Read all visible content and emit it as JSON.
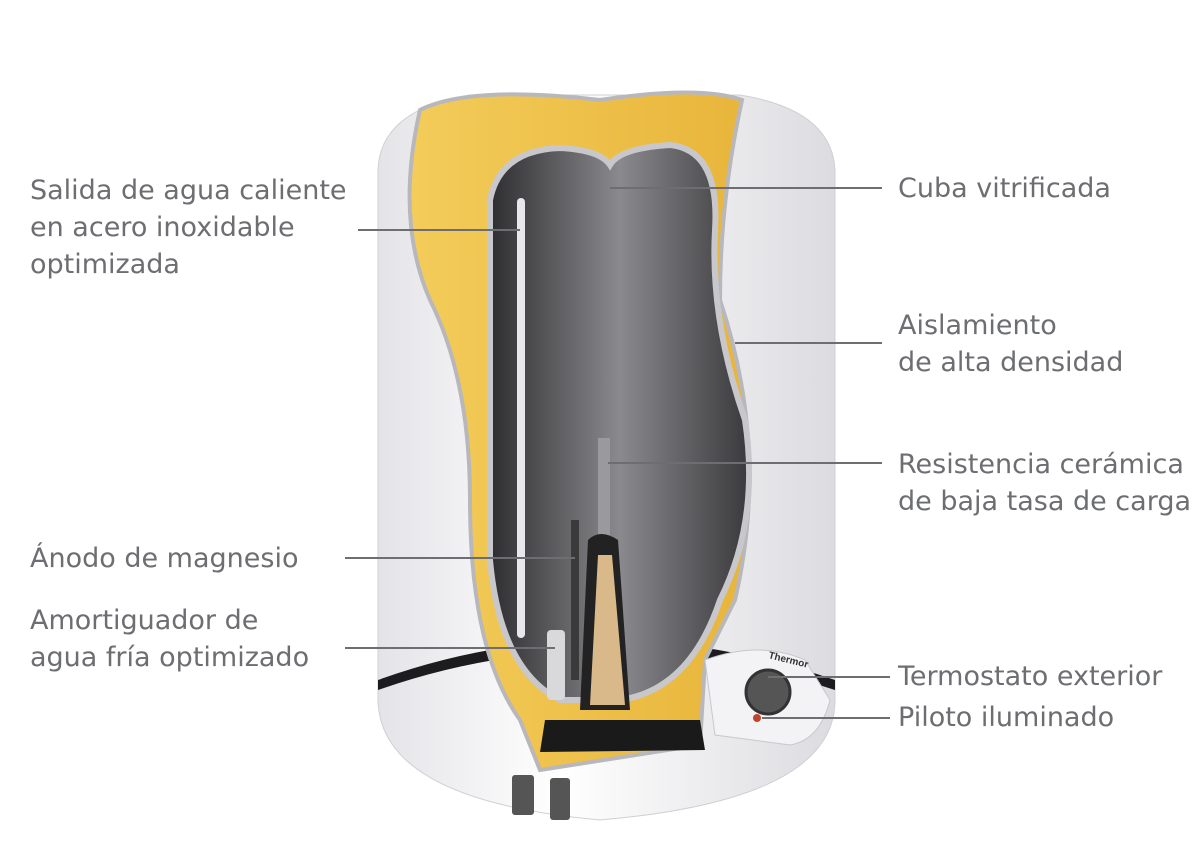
{
  "brand_logo": "Thermor",
  "labels": {
    "salida": [
      "Salida de agua caliente",
      "en acero inoxidable",
      "optimizada"
    ],
    "cuba": [
      "Cuba vitrificada"
    ],
    "aislamiento": [
      "Aislamiento",
      "de alta densidad"
    ],
    "resistencia": [
      "Resistencia cerámica",
      "de baja tasa de carga"
    ],
    "anodo": [
      "Ánodo de magnesio"
    ],
    "amortiguador": [
      "Amortiguador de",
      "agua fría optimizado"
    ],
    "termostato": [
      "Termostato exterior"
    ],
    "piloto": [
      "Piloto iluminado"
    ]
  },
  "colors": {
    "text": "#6d6e71",
    "insulation": "#f0c24a",
    "tank": "#4a4a4c",
    "body": "#f2f2f4"
  }
}
